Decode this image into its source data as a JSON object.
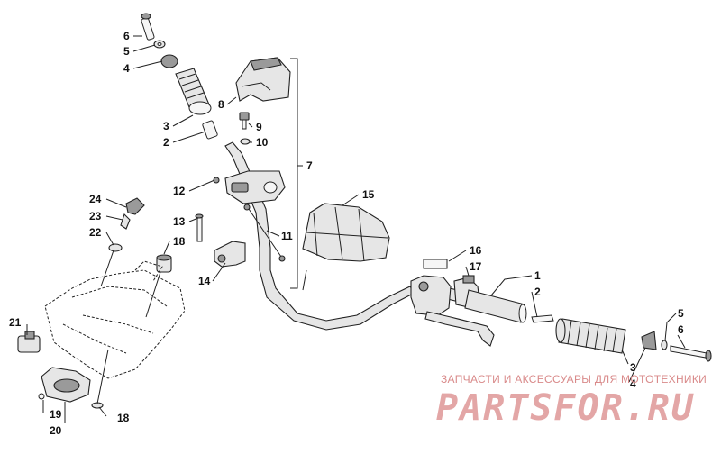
{
  "diagram": {
    "callouts": {
      "top_left_6": "6",
      "top_left_5": "5",
      "top_left_4": "4",
      "top_left_3": "3",
      "top_left_2": "2",
      "cover_8": "8",
      "bolt_9": "9",
      "washer_10": "10",
      "assembly_7": "7",
      "bolt_12": "12",
      "screw_13": "13",
      "bracket_14": "14",
      "bolt_11": "11",
      "pad_15": "15",
      "key_24": "24",
      "key_23": "23",
      "ring_22": "22",
      "grommet_18_top": "18",
      "switch_21": "21",
      "panel_19": "19",
      "panel_20": "20",
      "grommet_18_bottom": "18",
      "label_16": "16",
      "lever_17": "17",
      "grip_1": "1",
      "sleeve_2": "2",
      "grip_3": "3",
      "end_4": "4",
      "washer_5": "5",
      "bolt_6": "6"
    }
  },
  "watermark": {
    "caption": "ЗАПЧАСТИ И АКСЕССУАРЫ ДЛЯ МОТОТЕХНИКИ",
    "brand": "PARTSFOR.RU"
  }
}
